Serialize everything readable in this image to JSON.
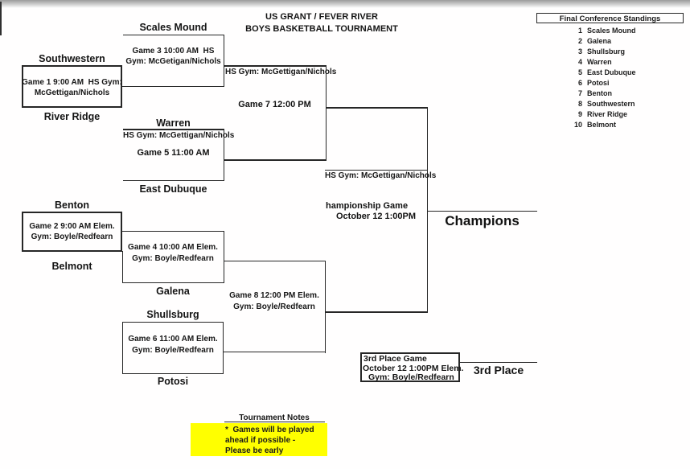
{
  "title": {
    "line1": "US GRANT / FEVER RIVER",
    "line2": "BOYS BASKETBALL TOURNAMENT"
  },
  "standings": {
    "header": "Final Conference Standings",
    "teams": [
      {
        "rank": "1",
        "name": "Scales Mound"
      },
      {
        "rank": "2",
        "name": "Galena"
      },
      {
        "rank": "3",
        "name": "Shullsburg"
      },
      {
        "rank": "4",
        "name": "Warren"
      },
      {
        "rank": "5",
        "name": "East Dubuque"
      },
      {
        "rank": "6",
        "name": "Potosi"
      },
      {
        "rank": "7",
        "name": "Benton"
      },
      {
        "rank": "8",
        "name": "Southwestern"
      },
      {
        "rank": "9",
        "name": "River Ridge"
      },
      {
        "rank": "10",
        "name": "Belmont"
      }
    ]
  },
  "bracket": {
    "labels": {
      "scales_mound": "Scales Mound",
      "southwestern": "Southwestern",
      "river_ridge": "River Ridge",
      "warren": "Warren",
      "east_dubuque": "East Dubuque",
      "benton": "Benton",
      "belmont": "Belmont",
      "galena": "Galena",
      "shullsburg": "Shullsburg",
      "potosi": "Potosi",
      "champions": "Champions",
      "third_place": "3rd Place"
    },
    "game1": {
      "line1": "Game 1 9:00 AM  HS Gym:",
      "line2": "McGettigan/Nichols"
    },
    "game2": {
      "line1": "Game 2 9:00 AM Elem.",
      "line2": "Gym: Boyle/Redfearn"
    },
    "game3": {
      "line1": "Game 3 10:00 AM  HS",
      "line2": "Gym: McGetigan/Nichols"
    },
    "game4": {
      "line1": "Game 4 10:00 AM Elem.",
      "line2": "Gym: Boyle/Redfearn"
    },
    "game5": {
      "venue": "HS Gym: McGettigan/Nichols",
      "title": "Game 5 11:00 AM"
    },
    "game6": {
      "line1": "Game 6 11:00 AM Elem.",
      "line2": "Gym: Boyle/Redfearn"
    },
    "game7": {
      "venue": "HS Gym: McGettigan/Nichols",
      "title": "Game 7 12:00 PM"
    },
    "game8": {
      "line1": "Game 8 12:00 PM Elem.",
      "line2": "Gym: Boyle/Redfearn"
    },
    "championship": {
      "venue": "HS Gym: McGettigan/Nichols",
      "line1": "hampionship Game",
      "line2": "October 12 1:00PM"
    },
    "third_place_game": {
      "line1": "3rd Place Game",
      "line2": "October 12 1:00PM Elem.",
      "line3": "Gym: Boyle/Redfearn"
    }
  },
  "notes": {
    "header": "Tournament Notes",
    "lines": [
      "*  Games will be played",
      "ahead if possible -",
      "Please be early"
    ],
    "highlight_color": "#ffff00"
  }
}
